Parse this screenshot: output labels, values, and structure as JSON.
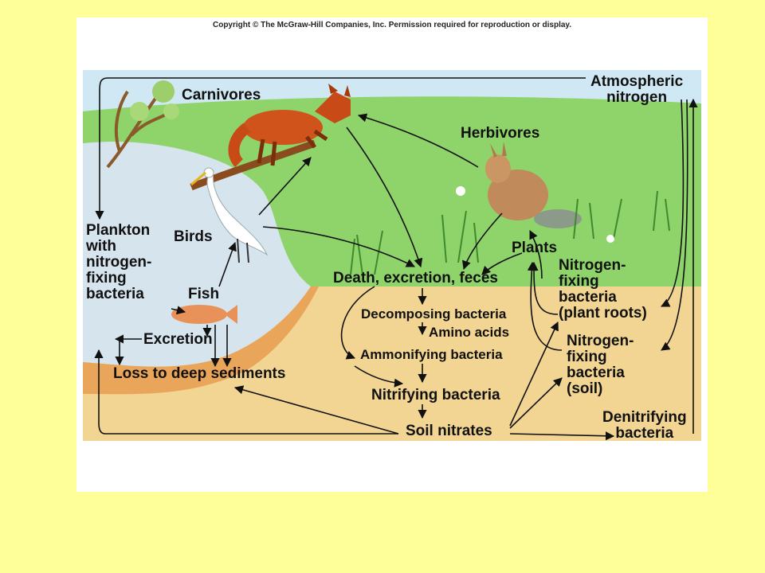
{
  "copyright": "Copyright © The McGraw-Hill Companies, Inc. Permission required for reproduction or display.",
  "colors": {
    "slide_background": "#ffff99",
    "grass": "#8fd46a",
    "water": "#d6e4ee",
    "soil": "#f2d592",
    "sediment": "#e9a559"
  },
  "labels": {
    "atmospheric_nitrogen": "Atmospheric\nnitrogen",
    "carnivores": "Carnivores",
    "herbivores": "Herbivores",
    "plankton": "Plankton\nwith\nnitrogen-\nfixing\nbacteria",
    "birds": "Birds",
    "fish": "Fish",
    "plants": "Plants",
    "death_excretion_feces": "Death, excretion, feces",
    "nitrogen_fixing_plant_roots": "Nitrogen-\nfixing\nbacteria\n(plant roots)",
    "decomposing_bacteria": "Decomposing bacteria",
    "amino_acids": "Amino acids",
    "excretion": "Excretion",
    "ammonifying_bacteria": "Ammonifying bacteria",
    "nitrogen_fixing_soil": "Nitrogen-\nfixing\nbacteria\n(soil)",
    "loss_to_deep_sediments": "Loss to deep sediments",
    "nitrifying_bacteria": "Nitrifying bacteria",
    "soil_nitrates": "Soil nitrates",
    "denitrifying_bacteria": "Denitrifying\nbacteria"
  }
}
